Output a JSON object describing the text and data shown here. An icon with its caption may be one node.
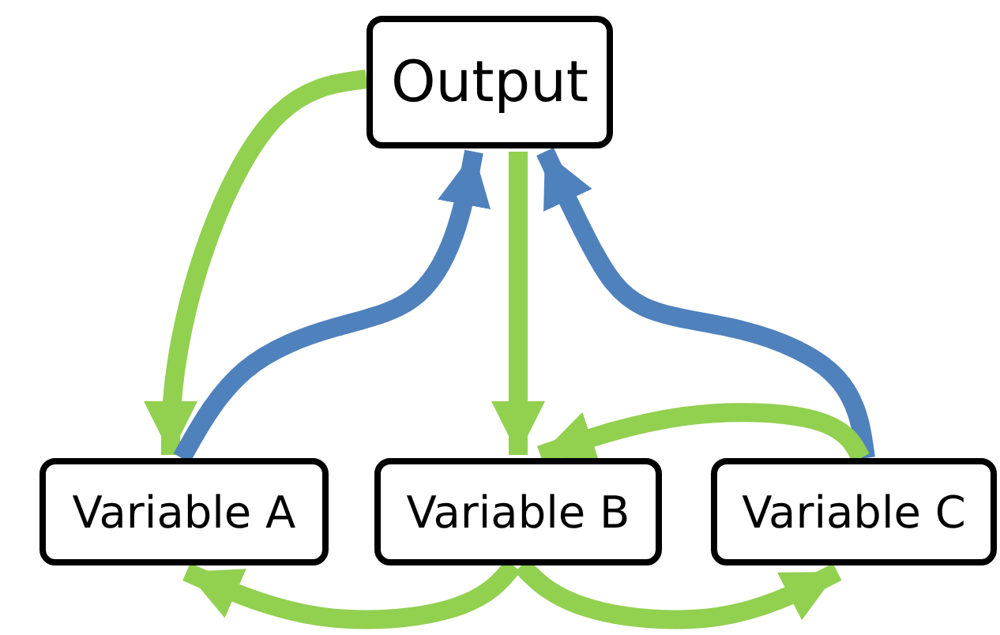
{
  "diagram": {
    "nodes": [
      {
        "text": [
          "Output"
        ]
      },
      {
        "text": [
          "Variable A"
        ]
      },
      {
        "text": [
          "Variable B"
        ]
      },
      {
        "text": [
          "Variable C"
        ]
      }
    ],
    "edges": [
      {
        "from": 0,
        "to": 1,
        "arrow": "to"
      },
      {
        "from": 1,
        "to": 0,
        "arrow": "to",
        "color": "#4f81bd"
      },
      {
        "from": 0,
        "to": 2,
        "arrow": "to"
      },
      {
        "from": 3,
        "to": 0,
        "arrow": "to",
        "color": "#4f81bd"
      },
      {
        "from": 3,
        "to": 2,
        "arrow": "to"
      },
      {
        "from": 2,
        "to": 1,
        "arrow": "to"
      },
      {
        "from": 2,
        "to": 3,
        "arrow": "to"
      }
    ]
  }
}
